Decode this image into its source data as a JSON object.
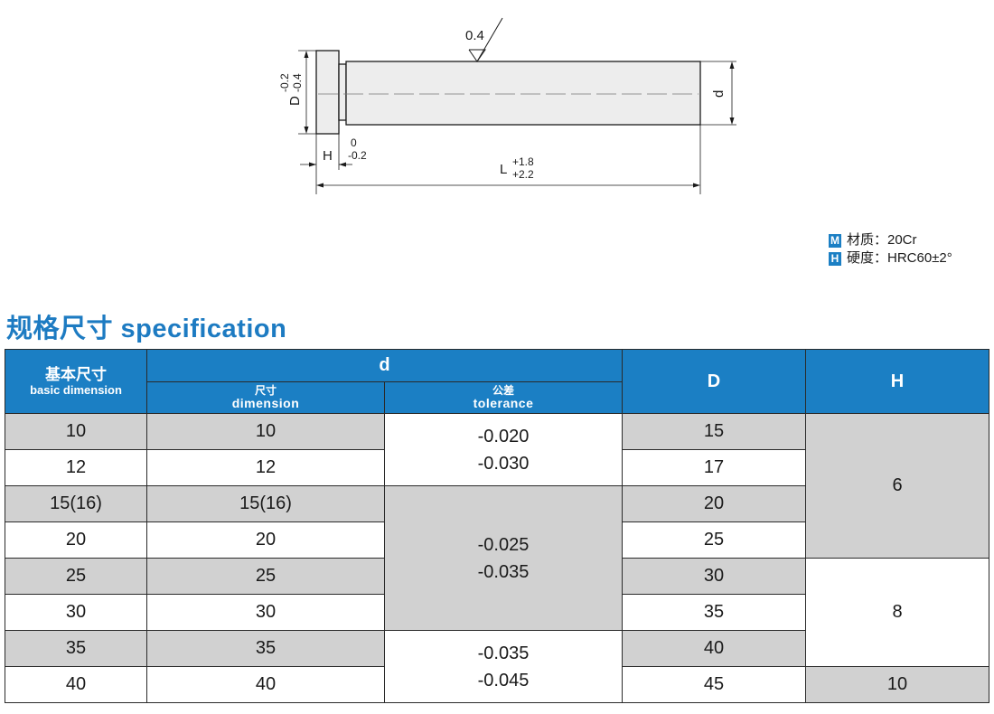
{
  "drawing": {
    "surface_finish": "0.4",
    "head_dim_label": "D",
    "head_tol_upper": "-0.2",
    "head_tol_lower": "-0.4",
    "shaft_dim_label": "d",
    "head_height_label": "H",
    "head_height_tol_upper": "0",
    "head_height_tol_lower": "-0.2",
    "length_label": "L",
    "length_tol_upper": "+1.8",
    "length_tol_lower": "+2.2"
  },
  "legend": {
    "material_badge": "M",
    "material_text": "材质：20Cr",
    "hardness_badge": "H",
    "hardness_text": "硬度：HRC60±2°"
  },
  "section_title": "规格尺寸 specification",
  "table": {
    "headers": {
      "basic_zh": "基本尺寸",
      "basic_en": "basic dimension",
      "d": "d",
      "dim_zh": "尺寸",
      "dim_en": "dimension",
      "tol_zh": "公差",
      "tol_en": "tolerance",
      "D": "D",
      "H": "H"
    },
    "rows": [
      {
        "basic": "10",
        "dim": "10",
        "D": "15"
      },
      {
        "basic": "12",
        "dim": "12",
        "D": "17"
      },
      {
        "basic": "15(16)",
        "dim": "15(16)",
        "D": "20"
      },
      {
        "basic": "20",
        "dim": "20",
        "D": "25"
      },
      {
        "basic": "25",
        "dim": "25",
        "D": "30"
      },
      {
        "basic": "30",
        "dim": "30",
        "D": "35"
      },
      {
        "basic": "35",
        "dim": "35",
        "D": "40"
      },
      {
        "basic": "40",
        "dim": "40",
        "D": "45"
      }
    ],
    "tolerance_groups": [
      {
        "upper": "-0.020",
        "lower": "-0.030"
      },
      {
        "upper": "-0.025",
        "lower": "-0.035"
      },
      {
        "upper": "-0.035",
        "lower": "-0.045"
      }
    ],
    "h_groups": [
      "6",
      "8",
      "10"
    ]
  },
  "colors": {
    "accent": "#1b7fc4",
    "row_gray": "#d1d1d1"
  }
}
